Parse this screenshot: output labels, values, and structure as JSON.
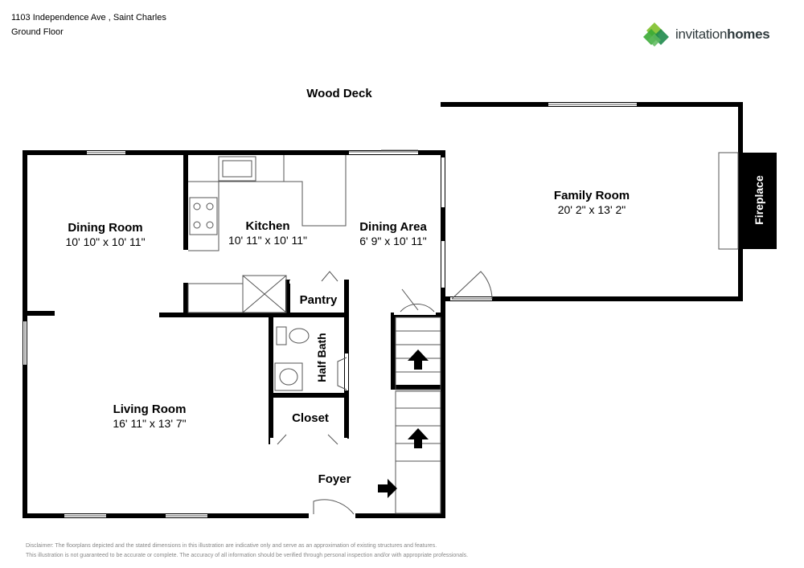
{
  "header": {
    "address": "1103 Independence Ave , Saint Charles",
    "floor": "Ground Floor"
  },
  "logo": {
    "text_part1": "invitation",
    "text_part2": "homes",
    "colors": [
      "#8cc63f",
      "#3aaa35",
      "#1f8a4c",
      "#5cb85c"
    ]
  },
  "outside": {
    "wood_deck": "Wood Deck"
  },
  "rooms": {
    "dining_room": {
      "name": "Dining Room",
      "dims": "10' 10\" x 10' 11\""
    },
    "kitchen": {
      "name": "Kitchen",
      "dims": "10' 11\" x 10' 11\""
    },
    "dining_area": {
      "name": "Dining Area",
      "dims": "6' 9\" x 10' 11\""
    },
    "family_room": {
      "name": "Family Room",
      "dims": "20' 2\" x 13' 2\""
    },
    "living_room": {
      "name": "Living Room",
      "dims": "16' 11\" x 13' 7\""
    },
    "pantry": {
      "name": "Pantry"
    },
    "half_bath": {
      "name": "Half Bath"
    },
    "closet": {
      "name": "Closet"
    },
    "foyer": {
      "name": "Foyer"
    },
    "fireplace": {
      "name": "Fireplace"
    }
  },
  "disclaimer": {
    "line1": "Disclaimer: The floorplans depicted and the stated dimensions in this illustration are indicative only and serve as an approximation of existing structures and features.",
    "line2": "This illustration is not guaranteed to be accurate or complete. The accuracy of all information should be verified through personal inspection and/or with appropriate professionals."
  },
  "colors": {
    "wall": "#000000",
    "fixture": "#555555",
    "fireplace": "#000000"
  }
}
